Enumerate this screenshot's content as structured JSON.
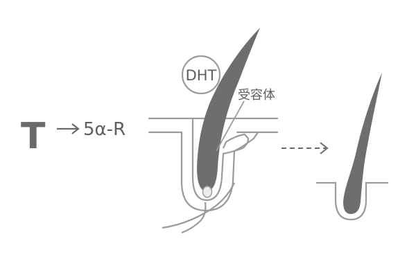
{
  "labels": {
    "testosterone": "T",
    "enzyme": "5α-R",
    "dht": "DHT",
    "receptor": "受容体"
  },
  "colors": {
    "hair": "#6e6e6e",
    "outline": "#9a9a9a",
    "text": "#5e5e5e",
    "papilla": "#ececec"
  },
  "icons": {
    "conversion_arrow": "right-arrow-icon",
    "transition_arrow": "dashed-right-arrow-icon"
  }
}
